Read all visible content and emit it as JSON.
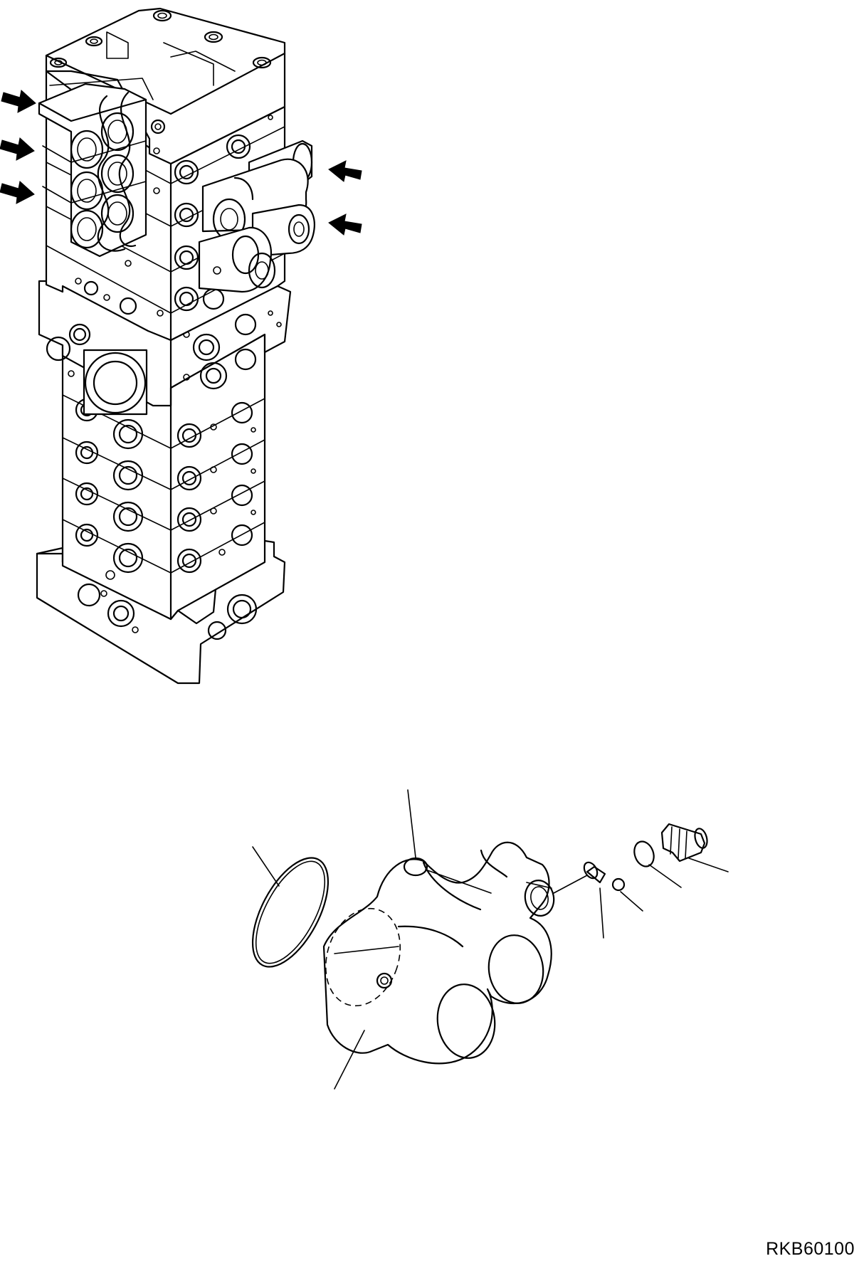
{
  "figure": {
    "drawing_code": "RKB60100",
    "colors": {
      "line": "#000000",
      "background": "#ffffff"
    },
    "markers": {
      "left_arrows": 3,
      "right_arrows": 2
    },
    "leader_lines": 7
  }
}
